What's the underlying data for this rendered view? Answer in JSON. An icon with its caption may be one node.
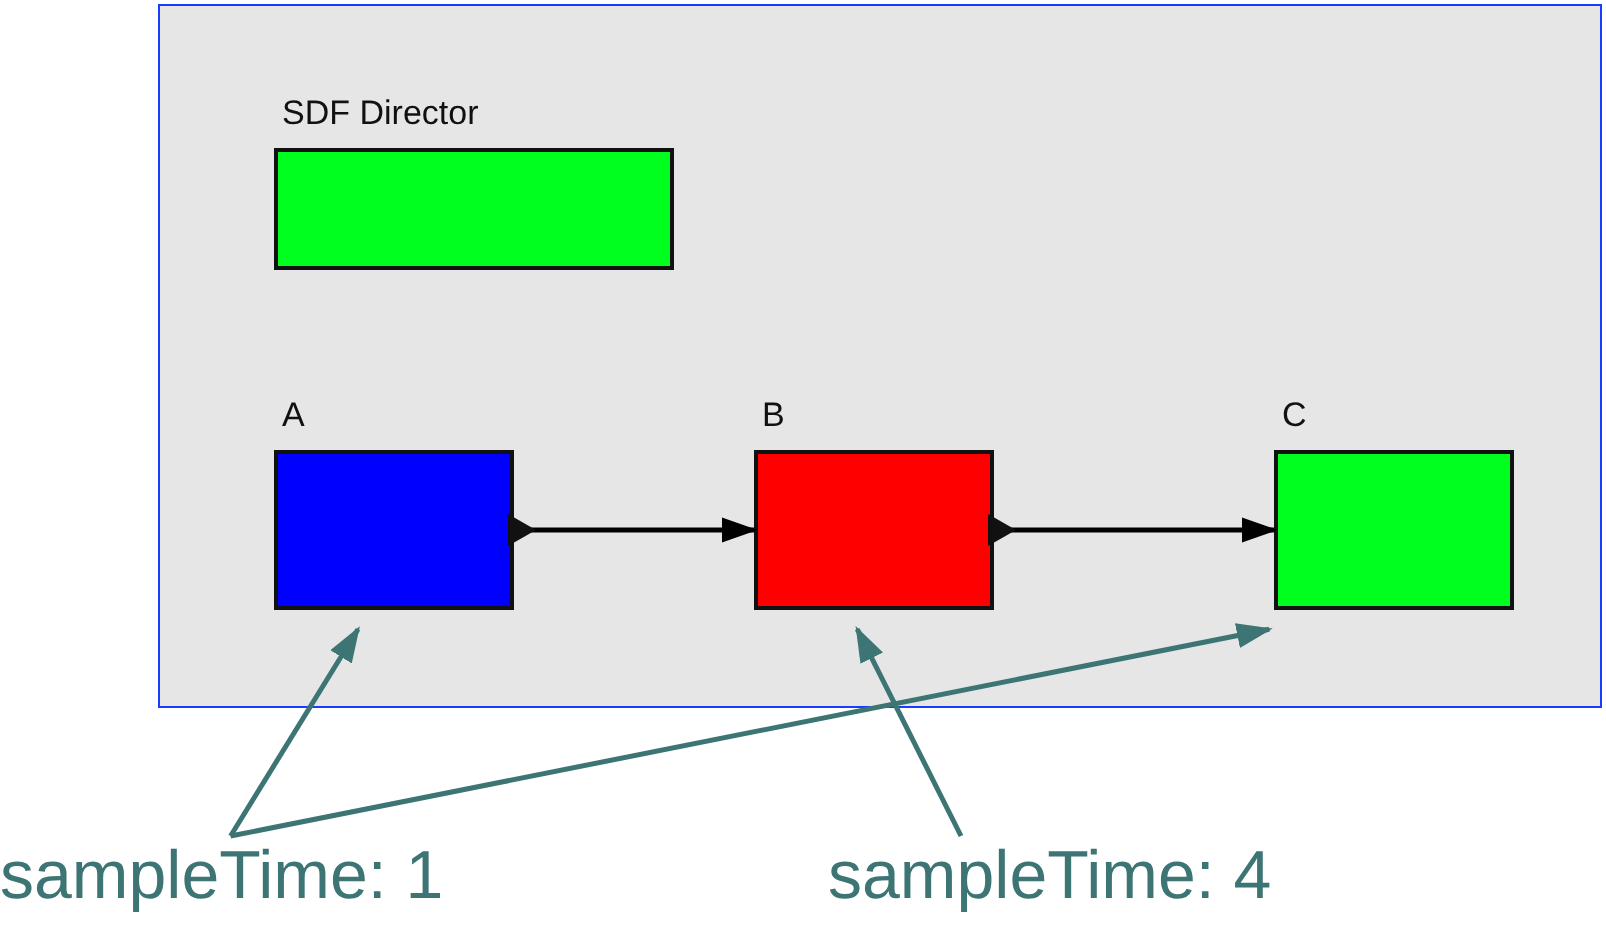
{
  "diagram": {
    "nodes": [
      {
        "text": [],
        "shape": "box"
      },
      {
        "text": [
          "SDF Director"
        ],
        "in": 0
      },
      {
        "text": [
          "A"
        ],
        "in": 0
      },
      {
        "text": [
          "B"
        ],
        "in": 0
      },
      {
        "text": [
          "C"
        ],
        "in": 0
      },
      {
        "text": [
          "sampleTime: 1"
        ]
      },
      {
        "text": [
          "sampleTime: 4"
        ]
      }
    ],
    "edges": [
      {
        "from": 2,
        "to": 3,
        "arrow": "to",
        "color": "#000000"
      },
      {
        "from": 3,
        "to": 4,
        "arrow": "to",
        "color": "#000000"
      },
      {
        "from": 5,
        "to": 2,
        "arrow": "to"
      },
      {
        "from": 5,
        "to": 4,
        "arrow": "to"
      },
      {
        "from": 6,
        "to": 3,
        "arrow": "to"
      }
    ]
  }
}
